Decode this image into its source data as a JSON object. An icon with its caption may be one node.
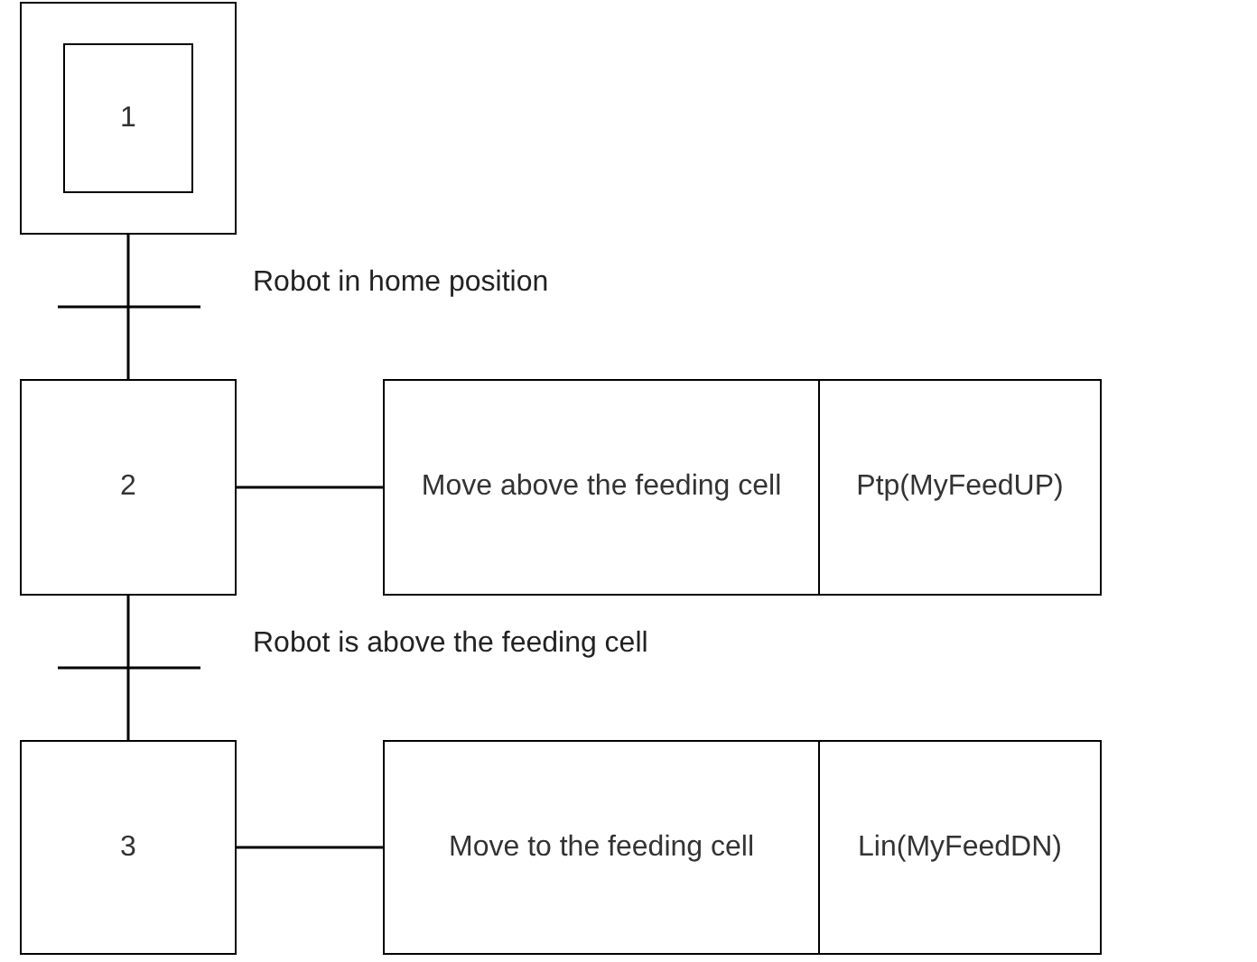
{
  "diagram": {
    "nodes": [
      {
        "text": [
          "1"
        ]
      },
      {
        "text": [
          "2"
        ]
      },
      {
        "text": [
          "Move above the feeding cell"
        ]
      },
      {
        "text": [
          "Ptp(MyFeedUP)"
        ]
      },
      {
        "text": [
          "3"
        ]
      },
      {
        "text": [
          "Move to the feeding cell"
        ]
      },
      {
        "text": [
          "Lin(MyFeedDN)"
        ]
      }
    ],
    "edges": [
      {
        "from": 0,
        "to": 1,
        "arrow": "none",
        "label": "Robot in home position"
      },
      {
        "from": 1,
        "to": 2,
        "arrow": "none"
      },
      {
        "from": 1,
        "to": 4,
        "arrow": "none",
        "label": "Robot is above the feeding cell"
      },
      {
        "from": 4,
        "to": 5,
        "arrow": "none"
      }
    ]
  }
}
